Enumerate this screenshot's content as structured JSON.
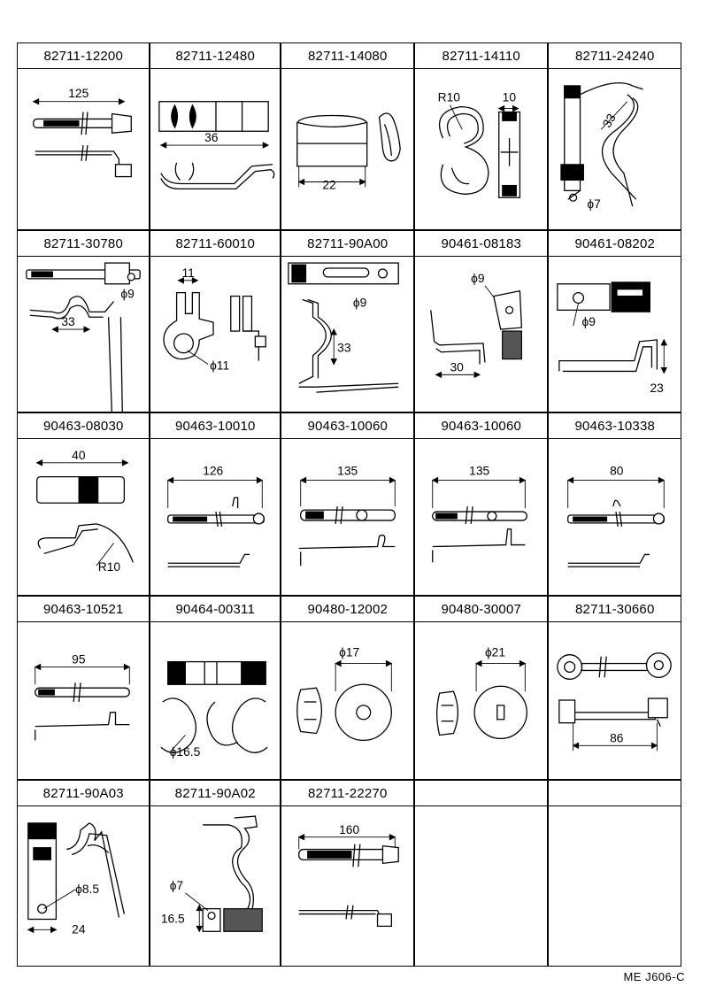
{
  "parts": [
    {
      "part_number": "82711-12200",
      "dimension": "125"
    },
    {
      "part_number": "82711-12480",
      "dimension": "36"
    },
    {
      "part_number": "82711-14080",
      "dimension": "22"
    },
    {
      "part_number": "82711-14110",
      "dimension": "R10",
      "dimension2": "10"
    },
    {
      "part_number": "82711-24240",
      "dimension": "33",
      "dimension2": "ϕ7"
    },
    {
      "part_number": "82711-30780",
      "dimension": "33",
      "dimension2": "ϕ9"
    },
    {
      "part_number": "82711-60010",
      "dimension": "11",
      "dimension2": "ϕ11"
    },
    {
      "part_number": "82711-90A00",
      "dimension": "33",
      "dimension2": "ϕ9"
    },
    {
      "part_number": "90461-08183",
      "dimension": "30",
      "dimension2": "ϕ9"
    },
    {
      "part_number": "90461-08202",
      "dimension": "23",
      "dimension2": "ϕ9"
    },
    {
      "part_number": "90463-08030",
      "dimension": "40",
      "dimension2": "R10"
    },
    {
      "part_number": "90463-10010",
      "dimension": "126"
    },
    {
      "part_number": "90463-10060",
      "dimension": "135"
    },
    {
      "part_number": "90463-10060",
      "dimension": "135"
    },
    {
      "part_number": "90463-10338",
      "dimension": "80"
    },
    {
      "part_number": "90463-10521",
      "dimension": "95"
    },
    {
      "part_number": "90464-00311",
      "dimension": "ϕ16.5"
    },
    {
      "part_number": "90480-12002",
      "dimension": "ϕ17"
    },
    {
      "part_number": "90480-30007",
      "dimension": "ϕ21"
    },
    {
      "part_number": "82711-30660",
      "dimension": "86"
    },
    {
      "part_number": "82711-90A03",
      "dimension": "24",
      "dimension2": "ϕ8.5"
    },
    {
      "part_number": "82711-90A02",
      "dimension": "16.5",
      "dimension2": "ϕ7"
    },
    {
      "part_number": "82711-22270",
      "dimension": "160"
    },
    {
      "part_number": ""
    },
    {
      "part_number": ""
    }
  ],
  "footer": {
    "code": "ME  J606-C"
  }
}
